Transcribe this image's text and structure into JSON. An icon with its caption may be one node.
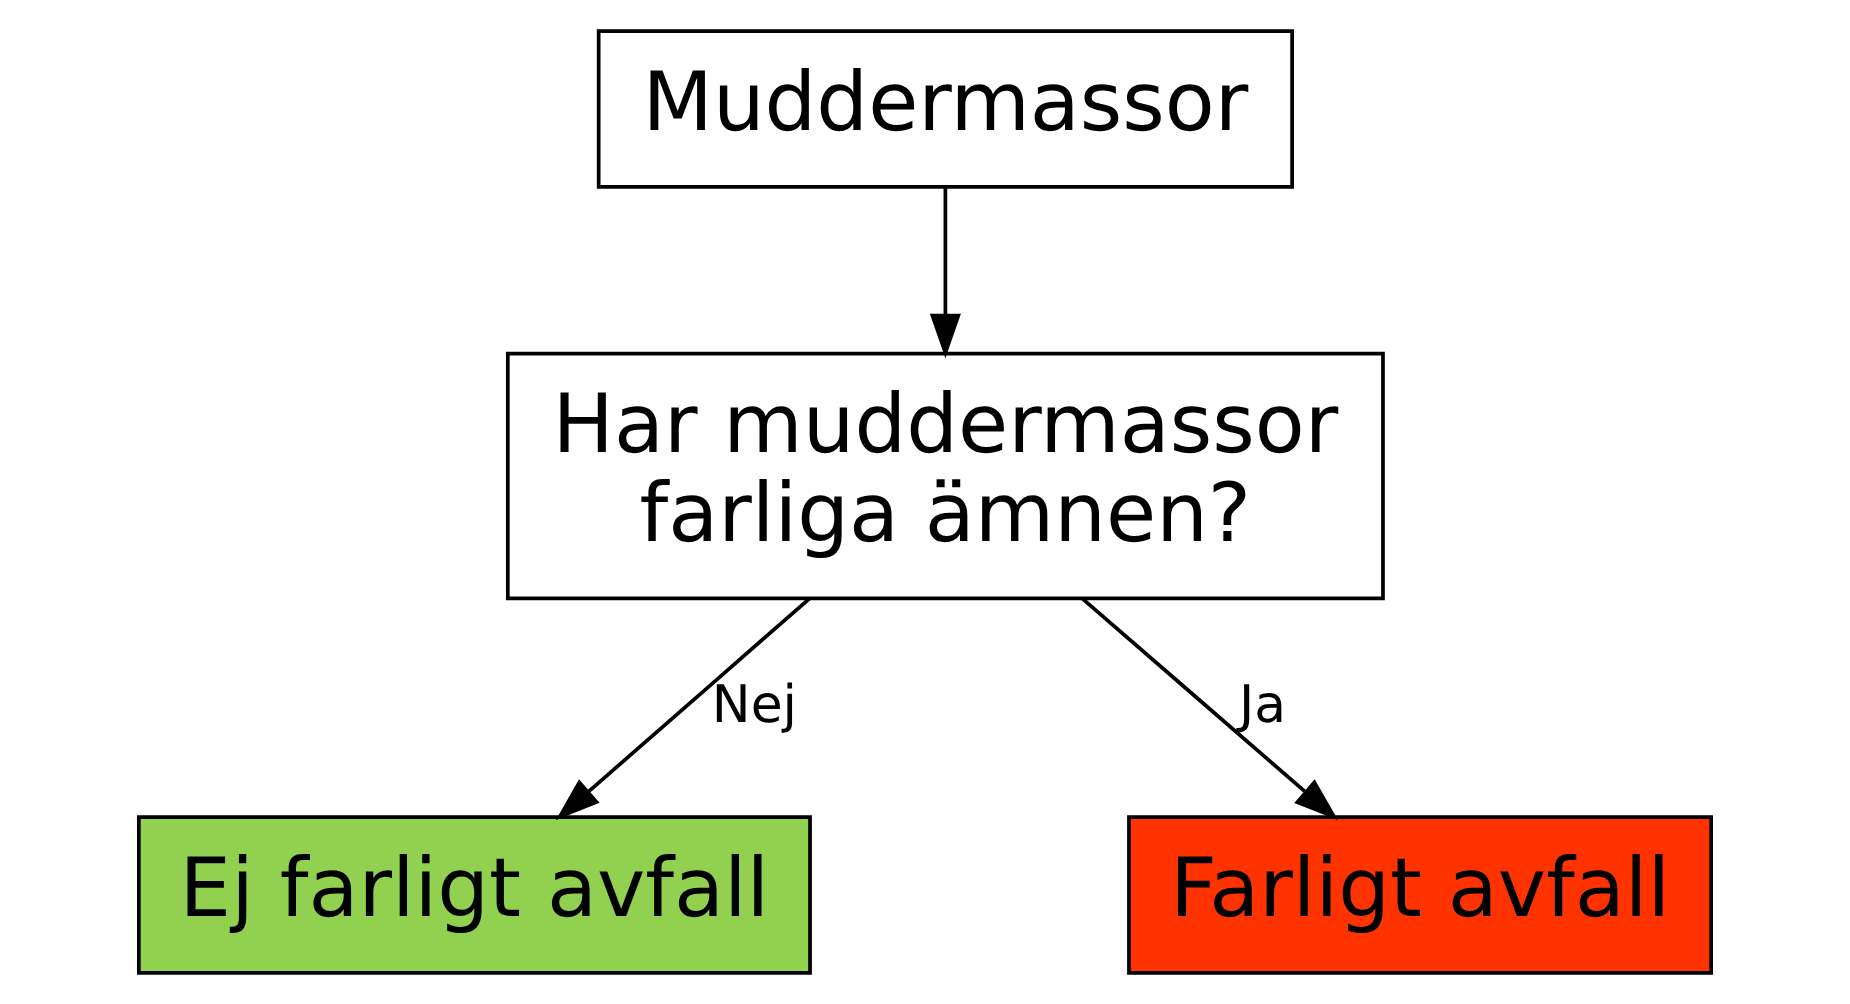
{
  "diagram": {
    "nodes": [
      {
        "text": [
          "Muddermassor"
        ]
      },
      {
        "text": [
          "Har muddermassor farliga ämnen?"
        ]
      },
      {
        "text": [
          "Ej farligt avfall"
        ]
      },
      {
        "text": [
          "Farligt avfall"
        ]
      }
    ],
    "edges": [
      {
        "from": 0,
        "to": 1,
        "arrow": "to"
      },
      {
        "from": 1,
        "to": 2,
        "arrow": "to",
        "label": "Nej"
      },
      {
        "from": 1,
        "to": 3,
        "arrow": "to",
        "label": "Ja"
      }
    ]
  }
}
